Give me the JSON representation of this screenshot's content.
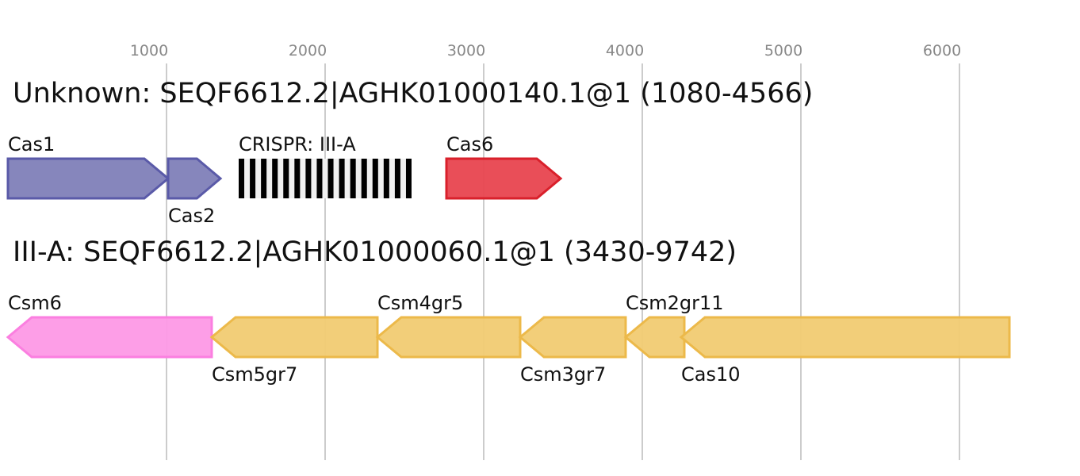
{
  "axis": {
    "ticks": [
      1000,
      2000,
      3000,
      4000,
      5000,
      6000
    ],
    "tick_labels": [
      "1000",
      "2000",
      "3000",
      "4000",
      "5000",
      "6000"
    ]
  },
  "loci": [
    {
      "title": "Unknown: SEQF6612.2|AGHK01000140.1@1 (1080-4566)",
      "genes": [
        {
          "label": "Cas1",
          "start": 0,
          "end": 1010,
          "strand": "+",
          "label_pos": "above",
          "fill": "#7f7fb8",
          "stroke": "#5a5aa8"
        },
        {
          "label": "Cas2",
          "start": 1010,
          "end": 1340,
          "strand": "+",
          "label_pos": "below",
          "fill": "#7f7fb8",
          "stroke": "#5a5aa8"
        },
        {
          "label": "CRISPR: III-A",
          "start": 1455,
          "end": 2545,
          "type": "crispr",
          "repeats": 16,
          "label_pos": "above"
        },
        {
          "label": "Cas6",
          "start": 2765,
          "end": 3485,
          "strand": "+",
          "label_pos": "above",
          "fill": "#e8454f",
          "stroke": "#d9202b"
        }
      ]
    },
    {
      "title": "III-A: SEQF6612.2|AGHK01000060.1@1 (3430-9742)",
      "genes": [
        {
          "label": "Csm6",
          "start": 0,
          "end": 1285,
          "strand": "-",
          "label_pos": "above",
          "fill": "#fd99e6",
          "stroke": "#fb7fe0"
        },
        {
          "label": "Csm5gr7",
          "start": 1285,
          "end": 2330,
          "strand": "-",
          "label_pos": "below",
          "fill": "#f1cb72",
          "stroke": "#ecb94a"
        },
        {
          "label": "Csm4gr5",
          "start": 2330,
          "end": 3230,
          "strand": "-",
          "label_pos": "above",
          "fill": "#f1cb72",
          "stroke": "#ecb94a"
        },
        {
          "label": "Csm3gr7",
          "start": 3230,
          "end": 3895,
          "strand": "-",
          "label_pos": "below",
          "fill": "#f1cb72",
          "stroke": "#ecb94a"
        },
        {
          "label": "Csm2gr11",
          "start": 3895,
          "end": 4265,
          "strand": "-",
          "label_pos": "above",
          "fill": "#f1cb72",
          "stroke": "#ecb94a"
        },
        {
          "label": "Cas10",
          "start": 4245,
          "end": 6315,
          "strand": "-",
          "label_pos": "below",
          "fill": "#f1cb72",
          "stroke": "#ecb94a"
        }
      ]
    }
  ]
}
